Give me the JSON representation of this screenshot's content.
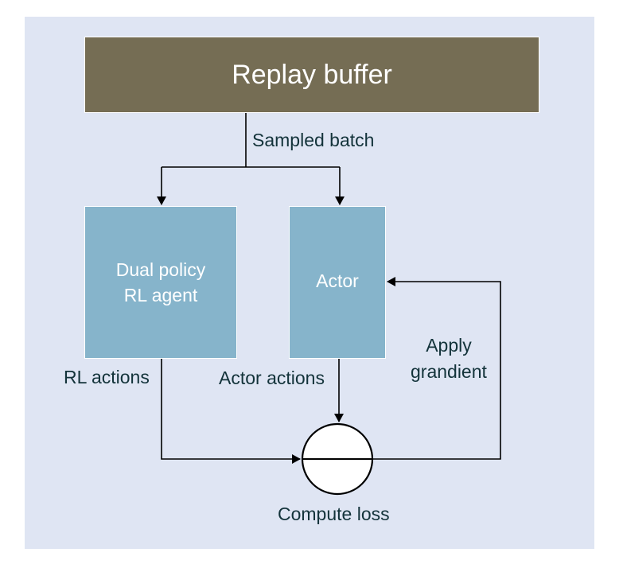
{
  "nodes": {
    "replay_buffer": "Replay buffer",
    "dual_policy_line1": "Dual policy",
    "dual_policy_line2": "RL agent",
    "actor": "Actor"
  },
  "edges": {
    "sampled_batch": "Sampled batch",
    "rl_actions": "RL actions",
    "actor_actions": "Actor actions",
    "apply_line1": "Apply",
    "apply_line2": "grandient",
    "compute_loss": "Compute loss"
  },
  "colors": {
    "panel": "#dfe5f3",
    "replay_box": "#756d54",
    "agent_box": "#86b4cb",
    "line": "#000000",
    "label_text": "#13333a"
  }
}
